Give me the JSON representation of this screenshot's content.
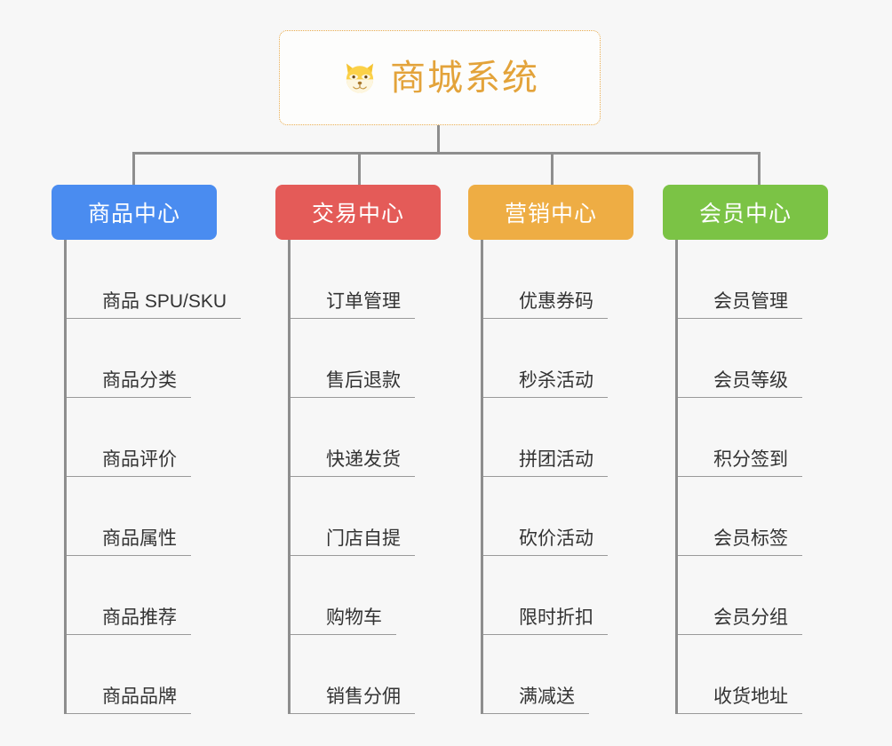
{
  "root": {
    "icon": "shiba-dog-face-icon",
    "emoji": "🐕",
    "title": "商城系统",
    "title_color": "#e3a33a",
    "border_color": "#e8ab4e",
    "background": "#fdfdfc"
  },
  "canvas": {
    "background": "#f7f7f7",
    "connector_color": "#8e8e8e",
    "leaf_line_color": "#9a9a9a",
    "leaf_text_color": "#333333"
  },
  "categories": [
    {
      "label": "商品中心",
      "color": "#4a8cf0",
      "items": [
        "商品 SPU/SKU",
        "商品分类",
        "商品评价",
        "商品属性",
        "商品推荐",
        "商品品牌"
      ]
    },
    {
      "label": "交易中心",
      "color": "#e45b58",
      "items": [
        "订单管理",
        "售后退款",
        "快递发货",
        "门店自提",
        "购物车",
        "销售分佣"
      ]
    },
    {
      "label": "营销中心",
      "color": "#eead44",
      "items": [
        "优惠券码",
        "秒杀活动",
        "拼团活动",
        "砍价活动",
        "限时折扣",
        "满减送"
      ]
    },
    {
      "label": "会员中心",
      "color": "#7bc345",
      "items": [
        "会员管理",
        "会员等级",
        "积分签到",
        "会员标签",
        "会员分组",
        "收货地址"
      ]
    }
  ]
}
